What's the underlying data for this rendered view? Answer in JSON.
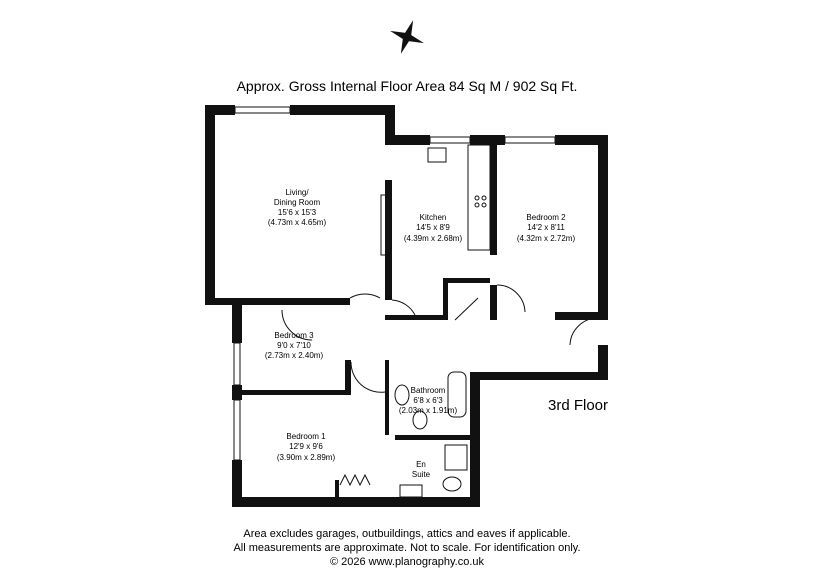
{
  "title": "Approx. Gross Internal Floor Area 84 Sq M / 902 Sq Ft.",
  "floor_label": "3rd Floor",
  "rooms": [
    {
      "name": "Living/",
      "name2": "Dining Room",
      "imperial": "15'6 x 15'3",
      "metric": "(4.73m x 4.65m)"
    },
    {
      "name": "Kitchen",
      "imperial": "14'5 x 8'9",
      "metric": "(4.39m x 2.68m)"
    },
    {
      "name": "Bedroom 2",
      "imperial": "14'2 x 8'11",
      "metric": "(4.32m x 2.72m)"
    },
    {
      "name": "Bedroom 3",
      "imperial": "9'0 x 7'10",
      "metric": "(2.73m x 2.40m)"
    },
    {
      "name": "Bathroom",
      "imperial": "6'8 x 6'3",
      "metric": "(2.03m x 1.91m)"
    },
    {
      "name": "Bedroom 1",
      "imperial": "12'9 x 9'6",
      "metric": "(3.90m x 2.89m)"
    },
    {
      "name": "En",
      "name2": "Suite"
    }
  ],
  "footer": [
    "Area excludes garages, outbuildings, attics and eaves if applicable.",
    "All measurements are approximate. Not to scale. For identification only.",
    "© 2026 www.planography.co.uk"
  ]
}
